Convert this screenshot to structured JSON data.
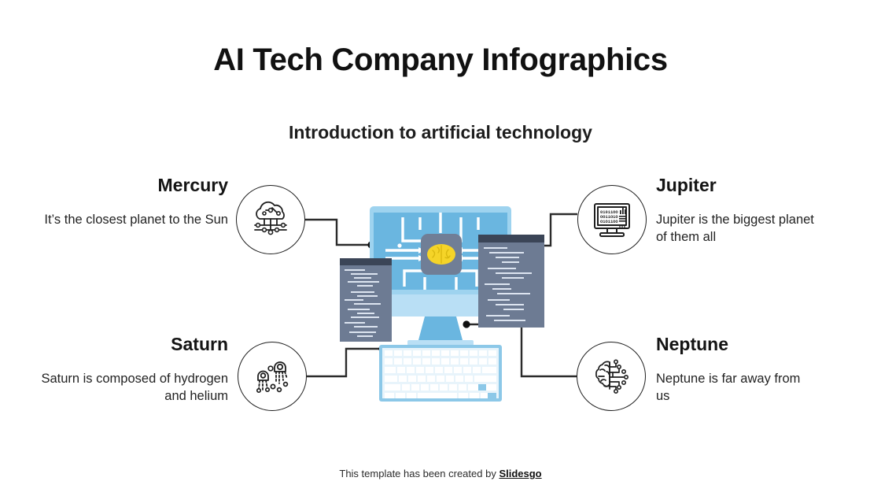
{
  "slide": {
    "background": "#ffffff",
    "title": "AI Tech Company Infographics",
    "subtitle": "Introduction to artificial technology"
  },
  "items": [
    {
      "id": "mercury",
      "label": "Mercury",
      "description": "It’s the closest planet to the Sun",
      "icon": "cloud-computing-icon",
      "position": "top-left"
    },
    {
      "id": "jupiter",
      "label": "Jupiter",
      "description": "Jupiter is the biggest planet of them all",
      "icon": "monitor-binary-data-icon",
      "position": "top-right"
    },
    {
      "id": "saturn",
      "label": "Saturn",
      "description": "Saturn is composed of hydrogen and helium",
      "icon": "nanobot-icon",
      "position": "bottom-left"
    },
    {
      "id": "neptune",
      "label": "Neptune",
      "description": "Neptune is far away from us",
      "icon": "ai-brain-circuit-icon",
      "position": "bottom-right"
    }
  ],
  "illustration": {
    "name": "ai-computer-illustration",
    "monitor_screen_color": "#6ab6e0",
    "monitor_frame_color": "#9ed3ef",
    "monitor_base_color": "#b9dff5",
    "chip_color": "#707e96",
    "brain_color": "#f5d428",
    "code_panel_color": "#6d7b93",
    "code_panel_header_color": "#3b4557",
    "code_line_color": "#dce4f0",
    "keyboard_body_color": "#8cc8e8",
    "keyboard_key_color": "#ffffff",
    "circuit_trace_color": "#ffffff"
  },
  "connectors": {
    "color": "#2b2b2b",
    "dot_color": "#111111"
  },
  "footer": {
    "text": "This template has been created by ",
    "brand": "Slidesgo"
  }
}
